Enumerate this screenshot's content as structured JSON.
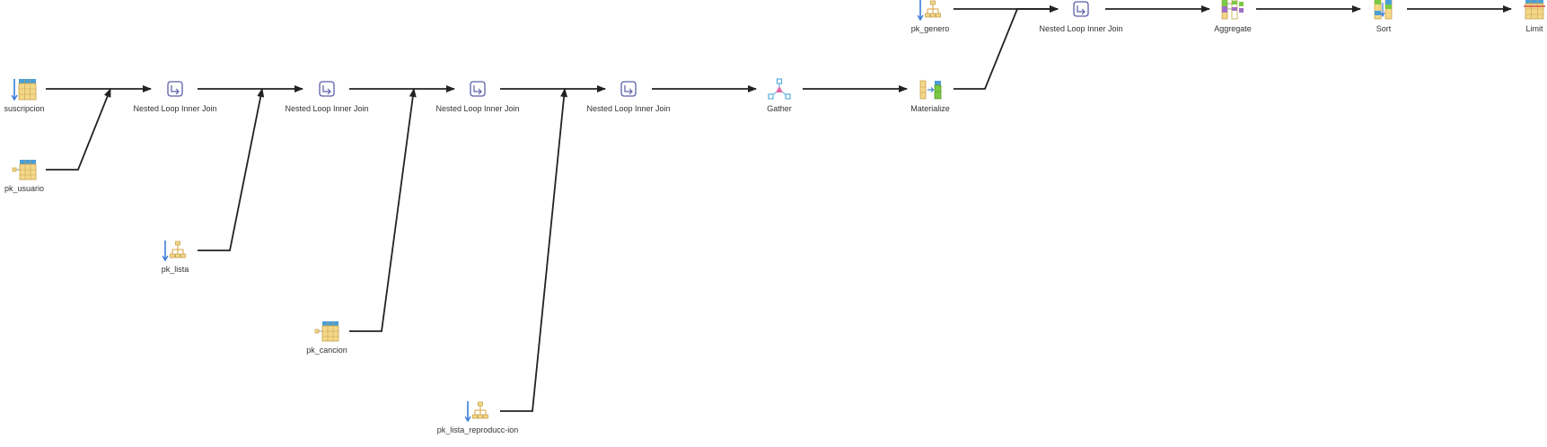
{
  "colors": {
    "wire": "#222222",
    "label": "#333333",
    "table_header": "#4a9fd8",
    "table_cell": "#f3d88a",
    "table_line": "#c9a24a",
    "index_arrow": "#3a7bd5",
    "tree_node": "#d8a23c",
    "join_frame": "#5a5fa8",
    "gather_node": "#4aa8d8",
    "gather_center": "#e066a8",
    "materialize": "#d8a23c",
    "aggregate_green": "#7ac943",
    "aggregate_purple": "#a070c8",
    "sort_blue": "#3a7bd5",
    "limit_red": "#d84a4a"
  },
  "nodes": {
    "suscripcion": {
      "label": "suscripcion",
      "icon": "seq-scan-icon"
    },
    "pk_usuario": {
      "label": "pk_usuario",
      "icon": "index-scan-icon"
    },
    "nlj1": {
      "label": "Nested Loop Inner Join",
      "icon": "nested-loop-icon"
    },
    "pk_lista": {
      "label": "pk_lista",
      "icon": "index-only-scan-icon"
    },
    "nlj2": {
      "label": "Nested Loop Inner Join",
      "icon": "nested-loop-icon"
    },
    "pk_cancion": {
      "label": "pk_cancion",
      "icon": "index-scan-icon"
    },
    "nlj3": {
      "label": "Nested Loop Inner Join",
      "icon": "nested-loop-icon"
    },
    "pk_lista_reproduccion": {
      "label": "pk_lista_reproducc-ion",
      "icon": "index-only-scan-icon"
    },
    "nlj4": {
      "label": "Nested Loop Inner Join",
      "icon": "nested-loop-icon"
    },
    "gather": {
      "label": "Gather",
      "icon": "gather-icon"
    },
    "materialize": {
      "label": "Materialize",
      "icon": "materialize-icon"
    },
    "pk_genero": {
      "label": "pk_genero",
      "icon": "index-only-scan-icon"
    },
    "nlj5": {
      "label": "Nested Loop Inner Join",
      "icon": "nested-loop-icon"
    },
    "aggregate": {
      "label": "Aggregate",
      "icon": "aggregate-icon"
    },
    "sort": {
      "label": "Sort",
      "icon": "sort-icon"
    },
    "limit": {
      "label": "Limit",
      "icon": "limit-icon"
    }
  },
  "edges": [
    {
      "from": "suscripcion",
      "to": "nlj1"
    },
    {
      "from": "pk_usuario",
      "to": "nlj1"
    },
    {
      "from": "nlj1",
      "to": "nlj2"
    },
    {
      "from": "pk_lista",
      "to": "nlj2"
    },
    {
      "from": "nlj2",
      "to": "nlj3"
    },
    {
      "from": "pk_cancion",
      "to": "nlj3"
    },
    {
      "from": "nlj3",
      "to": "nlj4"
    },
    {
      "from": "pk_lista_reproduccion",
      "to": "nlj4"
    },
    {
      "from": "nlj4",
      "to": "gather"
    },
    {
      "from": "gather",
      "to": "materialize"
    },
    {
      "from": "materialize",
      "to": "nlj5"
    },
    {
      "from": "pk_genero",
      "to": "nlj5"
    },
    {
      "from": "nlj5",
      "to": "aggregate"
    },
    {
      "from": "aggregate",
      "to": "sort"
    },
    {
      "from": "sort",
      "to": "limit"
    }
  ]
}
